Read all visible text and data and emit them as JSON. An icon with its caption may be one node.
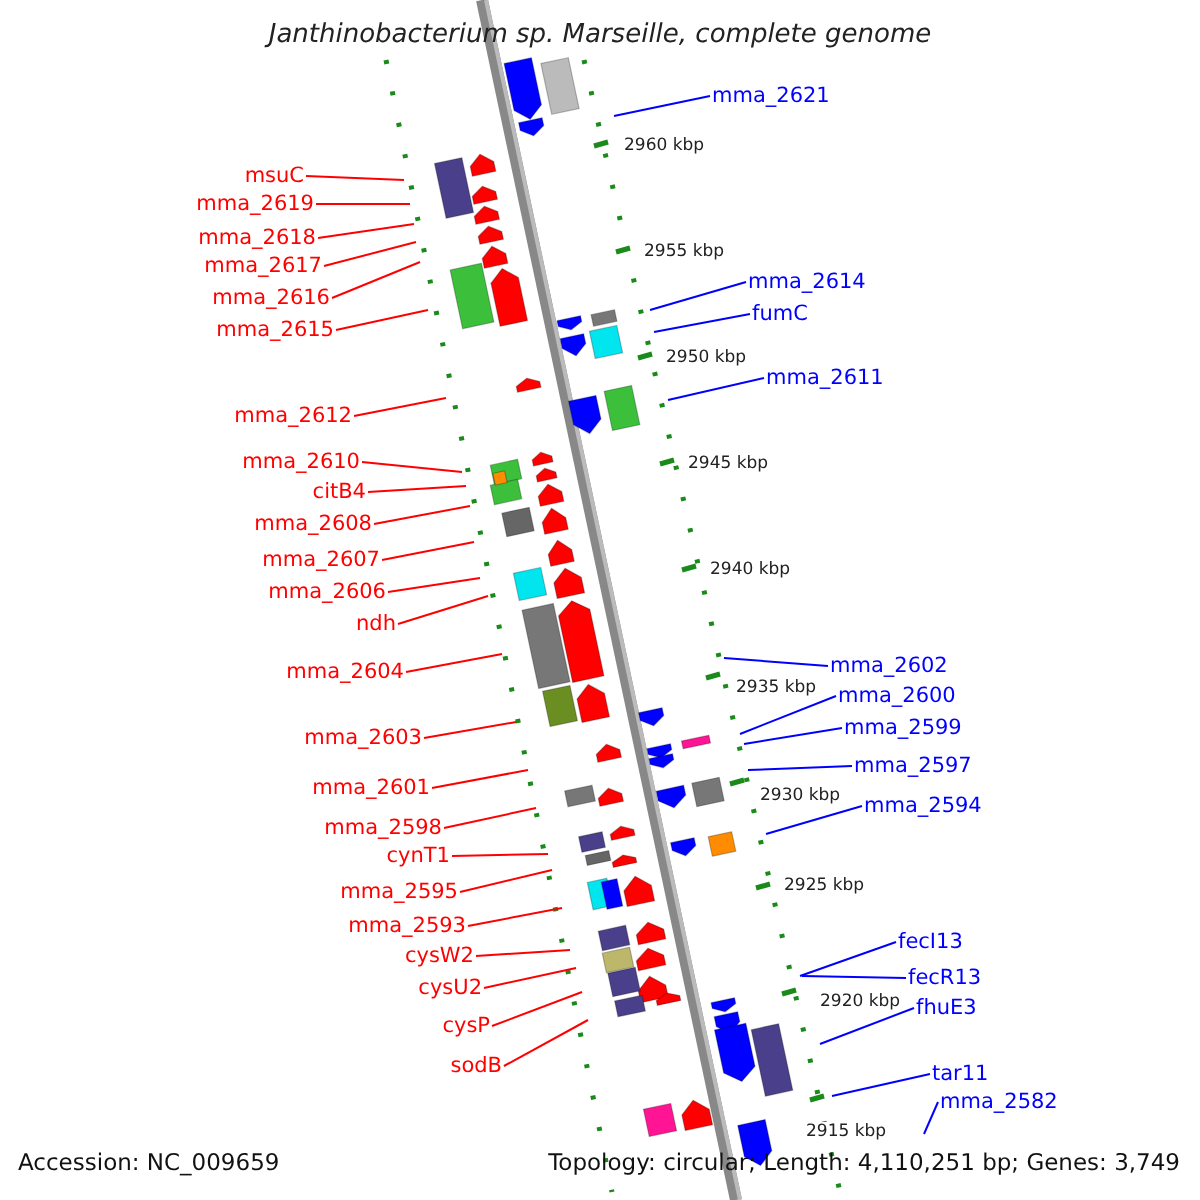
{
  "diagram": {
    "title": "Janthinobacterium sp. Marseille, complete genome",
    "nodes": [
      {
        "text": [
          "mma_2621"
        ]
      },
      {
        "text": [
          "msuC"
        ]
      },
      {
        "text": [
          "mma_2619"
        ]
      },
      {
        "text": [
          "mma_2618"
        ]
      },
      {
        "text": [
          "mma_2617"
        ]
      },
      {
        "text": [
          "mma_2614"
        ]
      },
      {
        "text": [
          "mma_2616"
        ]
      },
      {
        "text": [
          "fumC"
        ]
      },
      {
        "text": [
          "mma_2615"
        ]
      },
      {
        "text": [
          "mma_2611"
        ]
      },
      {
        "text": [
          "mma_2612"
        ]
      },
      {
        "text": [
          "mma_2610"
        ]
      },
      {
        "text": [
          "citB4"
        ]
      },
      {
        "text": [
          "mma_2608"
        ]
      },
      {
        "text": [
          "mma_2607"
        ]
      },
      {
        "text": [
          "mma_2606"
        ]
      },
      {
        "text": [
          "ndh"
        ]
      },
      {
        "text": [
          "mma_2602"
        ]
      },
      {
        "text": [
          "mma_2604"
        ]
      },
      {
        "text": [
          "mma_2600"
        ]
      },
      {
        "text": [
          "mma_2599"
        ]
      },
      {
        "text": [
          "mma_2603"
        ]
      },
      {
        "text": [
          "mma_2597"
        ]
      },
      {
        "text": [
          "mma_2601"
        ]
      },
      {
        "text": [
          "mma_2594"
        ]
      },
      {
        "text": [
          "mma_2598"
        ]
      },
      {
        "text": [
          "cynT1"
        ]
      },
      {
        "text": [
          "mma_2595"
        ]
      },
      {
        "text": [
          "mma_2593"
        ]
      },
      {
        "text": [
          "fecI13"
        ]
      },
      {
        "text": [
          "cysW2"
        ]
      },
      {
        "text": [
          "fecR13"
        ]
      },
      {
        "text": [
          "cysU2"
        ]
      },
      {
        "text": [
          "fhuE3"
        ]
      },
      {
        "text": [
          "cysP"
        ]
      },
      {
        "text": [
          "sodB"
        ]
      },
      {
        "text": [
          "tar11"
        ]
      },
      {
        "text": [
          "mma_2582"
        ]
      }
    ],
    "edges": [
      {
        "from": 0,
        "to": null,
        "arrow": "none",
        "color": "#0000ff"
      },
      {
        "from": 1,
        "to": null,
        "arrow": "none"
      },
      {
        "from": 2,
        "to": null,
        "arrow": "none"
      },
      {
        "from": 3,
        "to": null,
        "arrow": "none"
      },
      {
        "from": 4,
        "to": null,
        "arrow": "none"
      },
      {
        "from": 5,
        "to": null,
        "arrow": "none",
        "color": "#0000ff"
      },
      {
        "from": 6,
        "to": null,
        "arrow": "none"
      },
      {
        "from": 7,
        "to": null,
        "arrow": "none",
        "color": "#0000ff"
      },
      {
        "from": 8,
        "to": null,
        "arrow": "none"
      },
      {
        "from": 9,
        "to": null,
        "arrow": "none",
        "color": "#0000ff"
      },
      {
        "from": 10,
        "to": null,
        "arrow": "none"
      },
      {
        "from": 11,
        "to": null,
        "arrow": "none"
      },
      {
        "from": 12,
        "to": null,
        "arrow": "none"
      },
      {
        "from": 13,
        "to": null,
        "arrow": "none"
      },
      {
        "from": 14,
        "to": null,
        "arrow": "none"
      },
      {
        "from": 15,
        "to": null,
        "arrow": "none"
      },
      {
        "from": 16,
        "to": null,
        "arrow": "none"
      },
      {
        "from": 17,
        "to": null,
        "arrow": "none",
        "color": "#0000ff"
      },
      {
        "from": 18,
        "to": null,
        "arrow": "none"
      },
      {
        "from": 19,
        "to": null,
        "arrow": "none",
        "color": "#0000ff"
      },
      {
        "from": 20,
        "to": null,
        "arrow": "none",
        "color": "#0000ff"
      },
      {
        "from": 21,
        "to": null,
        "arrow": "none"
      },
      {
        "from": 22,
        "to": null,
        "arrow": "none",
        "color": "#0000ff"
      },
      {
        "from": 23,
        "to": null,
        "arrow": "none"
      },
      {
        "from": 24,
        "to": null,
        "arrow": "none",
        "color": "#0000ff"
      },
      {
        "from": 25,
        "to": null,
        "arrow": "none"
      },
      {
        "from": 26,
        "to": null,
        "arrow": "none"
      },
      {
        "from": 27,
        "to": null,
        "arrow": "none"
      },
      {
        "from": 28,
        "to": null,
        "arrow": "none"
      },
      {
        "from": 29,
        "to": null,
        "arrow": "none",
        "color": "#0000ff"
      },
      {
        "from": 30,
        "to": null,
        "arrow": "none"
      },
      {
        "from": 31,
        "to": null,
        "arrow": "none",
        "color": "#0000ff"
      },
      {
        "from": 32,
        "to": null,
        "arrow": "none"
      },
      {
        "from": 33,
        "to": null,
        "arrow": "none",
        "color": "#0000ff"
      },
      {
        "from": 34,
        "to": null,
        "arrow": "none"
      },
      {
        "from": 35,
        "to": null,
        "arrow": "none"
      },
      {
        "from": 36,
        "to": null,
        "arrow": "none",
        "color": "#0000ff"
      },
      {
        "from": 37,
        "to": null,
        "arrow": "none",
        "color": "#0000ff"
      }
    ],
    "labels": [
      "2960 kbp",
      "2955 kbp",
      "2950 kbp",
      "2945 kbp",
      "2940 kbp",
      "2935 kbp",
      "2930 kbp",
      "2925 kbp",
      "2920 kbp",
      "2915 kbp",
      "Accession: NC_009659",
      "Topology: circular; Length: 4,110,251 bp; Genes: 3,749"
    ]
  }
}
